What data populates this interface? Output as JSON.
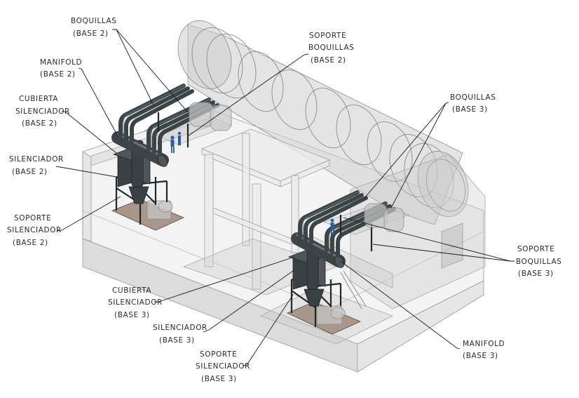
{
  "figure": {
    "type": "isometric-equipment-layout",
    "colors": {
      "equipment": "#3a4145",
      "concrete": "#e6e6e6",
      "pad": "#a8978a",
      "person": "#2c5d9a",
      "label": "#2a2a2a"
    }
  },
  "labels": {
    "boquillas_b2": {
      "line1": "BOQUILLAS",
      "line2": "(BASE 2)"
    },
    "manifold_b2": {
      "line1": "MANIFOLD",
      "line2": "(BASE 2)"
    },
    "cubierta_b2": {
      "line1": "CUBIERTA",
      "line2": "SILENCIADOR",
      "line3": "(BASE 2)"
    },
    "silenciador_b2": {
      "line1": "SILENCIADOR",
      "line2": "(BASE 2)"
    },
    "soporte_sil_b2": {
      "line1": "SOPORTE",
      "line2": "SILENCIADOR",
      "line3": "(BASE 2)"
    },
    "soporte_boq_b2": {
      "line1": "SOPORTE",
      "line2": "BOQUILLAS",
      "line3": "(BASE 2)"
    },
    "boquillas_b3": {
      "line1": "BOQUILLAS",
      "line2": "(BASE 3)"
    },
    "soporte_boq_b3": {
      "line1": "SOPORTE",
      "line2": "BOQUILLAS",
      "line3": "(BASE 3)"
    },
    "manifold_b3": {
      "line1": "MANIFOLD",
      "line2": "(BASE 3)"
    },
    "cubierta_b3": {
      "line1": "CUBIERTA",
      "line2": "SILENCIADOR",
      "line3": "(BASE 3)"
    },
    "silenciador_b3": {
      "line1": "SILENCIADOR",
      "line2": "(BASE 3)"
    },
    "soporte_sil_b3": {
      "line1": "SOPORTE",
      "line2": "SILENCIADOR",
      "line3": "(BASE 3)"
    }
  }
}
